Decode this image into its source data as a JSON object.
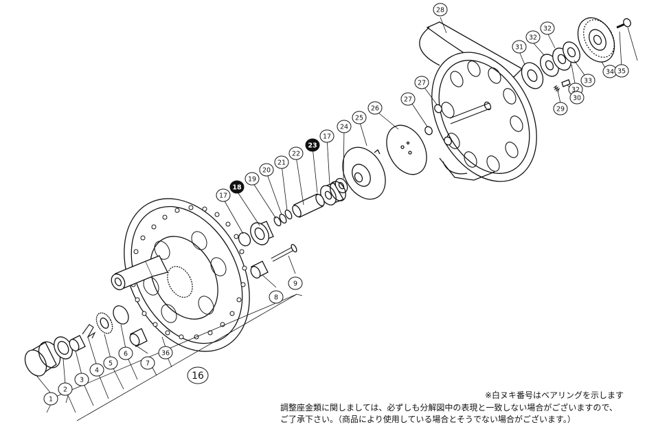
{
  "callouts": [
    {
      "n": "1",
      "filled": false
    },
    {
      "n": "2",
      "filled": false
    },
    {
      "n": "3",
      "filled": false
    },
    {
      "n": "4",
      "filled": false
    },
    {
      "n": "5",
      "filled": false
    },
    {
      "n": "6",
      "filled": false
    },
    {
      "n": "7",
      "filled": false
    },
    {
      "n": "36",
      "filled": false
    },
    {
      "n": "8",
      "filled": false
    },
    {
      "n": "9",
      "filled": false
    },
    {
      "n": "16",
      "filled": false,
      "large": true
    },
    {
      "n": "17",
      "filled": false
    },
    {
      "n": "18",
      "filled": true
    },
    {
      "n": "19",
      "filled": false
    },
    {
      "n": "20",
      "filled": false
    },
    {
      "n": "21",
      "filled": false
    },
    {
      "n": "22",
      "filled": false
    },
    {
      "n": "23",
      "filled": true
    },
    {
      "n": "17",
      "filled": false
    },
    {
      "n": "24",
      "filled": false
    },
    {
      "n": "25",
      "filled": false
    },
    {
      "n": "26",
      "filled": false
    },
    {
      "n": "27",
      "filled": false
    },
    {
      "n": "27",
      "filled": false
    },
    {
      "n": "28",
      "filled": false
    },
    {
      "n": "31",
      "filled": false
    },
    {
      "n": "32",
      "filled": false
    },
    {
      "n": "32",
      "filled": false
    },
    {
      "n": "32",
      "filled": false
    },
    {
      "n": "29",
      "filled": false
    },
    {
      "n": "30",
      "filled": false
    },
    {
      "n": "33",
      "filled": false
    },
    {
      "n": "34",
      "filled": false
    },
    {
      "n": "35",
      "filled": false
    }
  ],
  "notes": {
    "bearing_note": "※白ヌキ番号はベアリングを示します",
    "adjust_line1": "調整座金類に関しましては、必ずしも分解図中の表現と一致しない場合がございますので、",
    "adjust_line2": "ご了承下さい。（商品により使用している場合とそうでない場合がございます。）"
  },
  "colors": {
    "line": "#111111",
    "fill_bg": "#ffffff",
    "callout_filled": "#111111"
  }
}
